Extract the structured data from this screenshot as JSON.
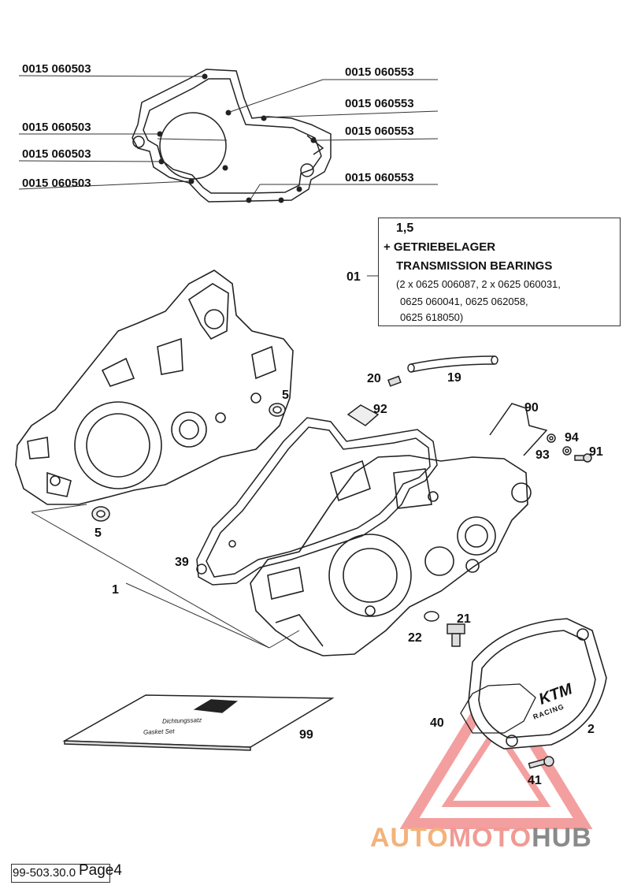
{
  "gasket_callouts": {
    "left_1": "0015 060503",
    "left_2": "0015 060503",
    "left_3": "0015 060503",
    "left_4": "0015 060503",
    "right_1": "0015 060553",
    "right_2": "0015 060553",
    "right_3": "0015 060553",
    "right_4": "0015 060553"
  },
  "info_box": {
    "code": "01",
    "line1": "1,5",
    "line2": "+ GETRIEBELAGER",
    "line3": "TRANSMISSION BEARINGS",
    "line4": "(2 x 0625 006087, 2 x 0625 060031,",
    "line5": "0625 060041, 0625 062058,",
    "line6": "0625 618050)"
  },
  "part_numbers": {
    "p1": "1",
    "p2": "2",
    "p5a": "5",
    "p5b": "5",
    "p19": "19",
    "p20": "20",
    "p21": "21",
    "p22": "22",
    "p39": "39",
    "p40": "40",
    "p41": "41",
    "p90": "90",
    "p91": "91",
    "p92": "92",
    "p93": "93",
    "p94": "94",
    "p99": "99"
  },
  "manual_text": {
    "line1": "Dichtungssatz",
    "line2": "Gasket Set"
  },
  "cover_logo": {
    "line1": "KTM",
    "line2": "RACING"
  },
  "footer": {
    "code": "99-503.30.0",
    "page": "Page4"
  },
  "watermark": {
    "part1": "AUTO",
    "part2": "MOTO",
    "part3": "HUB",
    "colors": {
      "auto": "#f2b37a",
      "moto": "#f09a93",
      "hub": "#8a8a8a",
      "triangle": "#f08080"
    }
  }
}
